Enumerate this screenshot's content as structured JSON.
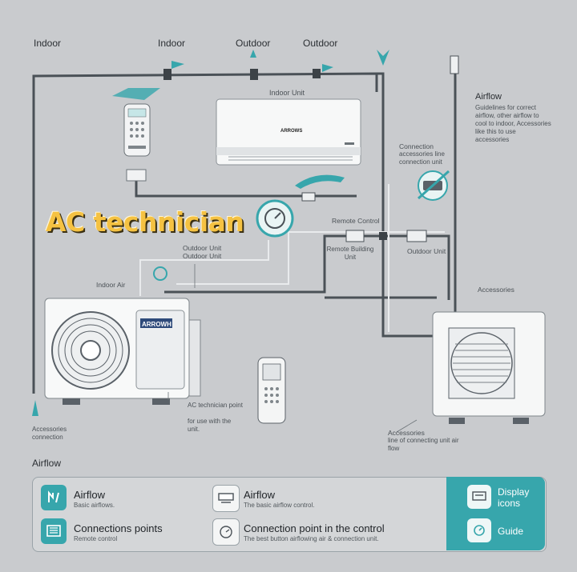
{
  "top_labels": [
    "Indoor",
    "Indoor",
    "Outdoor",
    "Outdoor"
  ],
  "title": "AC technician",
  "indoor_unit": {
    "label": "Indoor Unit",
    "brand": "ARROWS"
  },
  "outdoor_unit_left": {
    "brand": "ARROWH"
  },
  "labels": {
    "airflow_right": "Airflow",
    "airflow_right_desc": "Guidelines for correct airflow, other airflow to cool to indoor, Accessories like this to use accessories",
    "connection": "Connection",
    "connection_desc": "accessories line connection unit",
    "remote_control": "Remote Control",
    "remote_building_unit": "Remote Building Unit",
    "outdoor_unit_mid": "Outdoor Unit",
    "outdoor_unit_label": "Outdoor Unit",
    "outdoor_unit_desc": "Outdoor Unit",
    "indoor_air": "Indoor Air",
    "accessories": "Accessories",
    "ac_technician_point": "AC technician point",
    "ac_technician_point_desc": "for use with the unit.",
    "accessories_connection_left": "Accessories connection",
    "accessories_right": "Accessories",
    "accessories_right_desc": "line of connecting unit air flow"
  },
  "legend_heading": "Airflow",
  "legend": {
    "items": [
      {
        "title": "Airflow",
        "sub": "Basic airflows."
      },
      {
        "title": "Connections points",
        "sub": "Remote control"
      },
      {
        "title": "Airflow",
        "sub": "The basic airflow control."
      },
      {
        "title": "Connection point in the control",
        "sub": "The best button airflowing air & connection unit."
      }
    ],
    "side": [
      {
        "label": "Display icons"
      },
      {
        "label": "Guide"
      }
    ]
  },
  "colors": {
    "accent": "#37a6ac",
    "title": "#f5c242",
    "background": "#c9cbce",
    "pipe": "#5a6168"
  }
}
